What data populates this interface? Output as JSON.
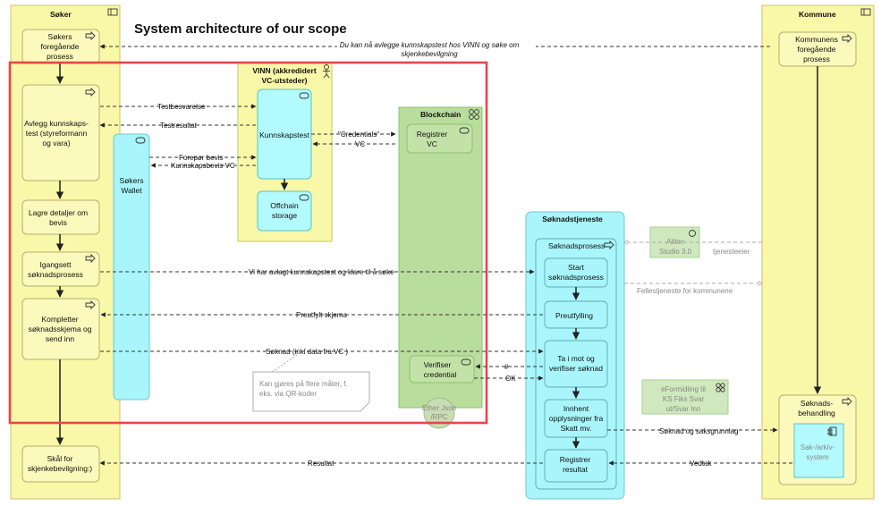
{
  "title": "System architecture of our scope",
  "lanes": {
    "soker": "Søker",
    "kommune": "Kommune"
  },
  "soker_processes": {
    "p1": [
      "Søkers",
      "foregående",
      "prosess"
    ],
    "p2": [
      "Avlegg kunnskaps-",
      "test (styreformann",
      "og vara)"
    ],
    "p3": [
      "Lagre detaljer om",
      "bevis"
    ],
    "p4": [
      "Igangsett",
      "søknadsprosess"
    ],
    "p5": [
      "Kompletter",
      "søknadsskjema og",
      "send inn"
    ],
    "p6": [
      "Skål for",
      "skjenkebevilgning:)"
    ]
  },
  "wallet": [
    "Søkers",
    "Wallet"
  ],
  "vinn": {
    "title": [
      "VINN (akkredidert",
      "VC-utsteder)"
    ],
    "kunnskapstest": "Kunnskapstest",
    "offchain": [
      "Offchain",
      "storage"
    ]
  },
  "blockchain": {
    "title": "Blockchain",
    "registrer": [
      "Registrer",
      "VC"
    ],
    "verifiser": [
      "Verifiser",
      "credential"
    ],
    "ether": [
      "Ether Json",
      "/RPC"
    ]
  },
  "soknadstjeneste": {
    "title": "Søknadstjeneste",
    "prosess": "Søknadsprosess",
    "start": [
      "Start",
      "søknadsprosess"
    ],
    "preutfylling": "Preutfylling",
    "mottak": [
      "Ta i mot og",
      "verifiser søknad"
    ],
    "innhent": [
      "Innhent",
      "opplysninger fra",
      "Skatt mv."
    ],
    "registrer": [
      "Registrer",
      "resultat"
    ]
  },
  "altinn": [
    "Altinn",
    "Studio 3.0"
  ],
  "eformidling": [
    "eFormidling til",
    "KS Fiks Svar",
    "ut/Svar Inn"
  ],
  "kommune_processes": {
    "foregaende": [
      "Kommunens",
      "foregående",
      "prosess"
    ],
    "behandling": [
      "Søknads-",
      "behandling"
    ],
    "arkiv": [
      "Sak-/arkiv-",
      "system"
    ]
  },
  "flows": {
    "top_note": [
      "Du kan nå avlegge kunnskapstest  hos VINN og søke om",
      "skjenkebevilgning"
    ],
    "testbesvarelse": "Testbesvarelse",
    "testresultat": "Testresultat",
    "credentials": "\"Credentials\"",
    "vc": "VC",
    "foresporr": "Forepør bevis",
    "kunnskapsbevis": "Kunnskapsbevis VC",
    "klare": "Vi har avlagt kunnskapstest og klare til å søke",
    "preutfylt": "Preutfylt skjema",
    "soknad": "Søknad (inkl data fra VC )",
    "hash": "#",
    "ok": "OK",
    "soknad_saksgrunnlag": "Søknad og saksgrunnlag",
    "resultat": "Resultat",
    "vedtak": "Vedtak",
    "tjenesteeier": "tjenesteeier",
    "fellestjeneste": "Fellestjeneste for kommunene"
  },
  "note": [
    "Kan gjøres på flere måter, f.",
    "eks. via QR-koder"
  ],
  "colors": {
    "lane": "#f9f7a8",
    "cyan": "#a8f6fb",
    "green": "#b9dd9c",
    "scope_border": "#e8454a"
  }
}
